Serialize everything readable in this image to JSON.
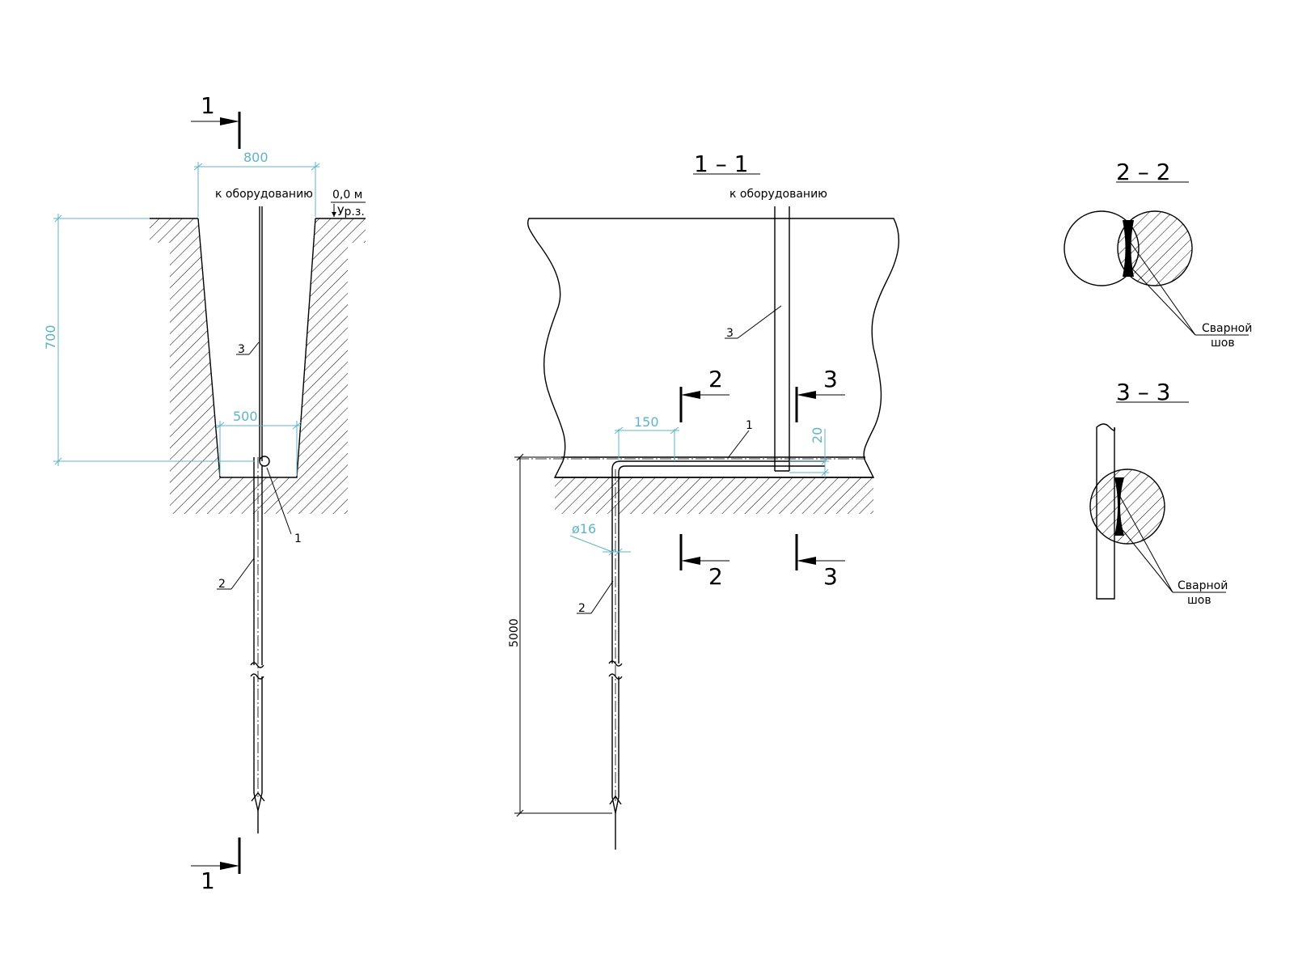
{
  "colors": {
    "ink": "#000000",
    "dimension": "#5fb4c9",
    "background": "#ffffff"
  },
  "plan": {
    "cut_marker_top": "1",
    "cut_marker_bottom": "1",
    "dim_top_width": "800",
    "dim_bottom_width": "500",
    "dim_depth": "700",
    "to_equipment": "к оборудованию",
    "level_value": "0,0 м",
    "level_label": "Ур.з.",
    "callout_1": "1",
    "callout_2": "2",
    "callout_3": "3"
  },
  "section_1_1": {
    "title": "1 – 1",
    "to_equipment": "к оборудованию",
    "dim_offset": "150",
    "dim_height": "20",
    "dim_diameter": "ø16",
    "dim_length": "5000",
    "marker_2": "2",
    "marker_3": "3",
    "callout_1": "1",
    "callout_2": "2",
    "callout_3": "3"
  },
  "section_2_2": {
    "title": "2 – 2",
    "weld_line1": "Сварной",
    "weld_line2": "шов"
  },
  "section_3_3": {
    "title": "3 – 3",
    "weld_line1": "Сварной",
    "weld_line2": "шов"
  }
}
